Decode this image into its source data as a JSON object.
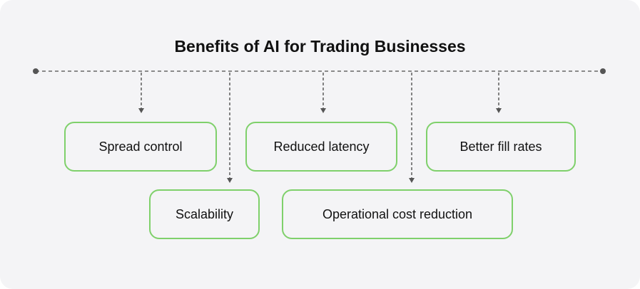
{
  "title": "Benefits of AI for Trading Businesses",
  "benefits": [
    {
      "label": "Spread control"
    },
    {
      "label": "Reduced latency"
    },
    {
      "label": "Better fill rates"
    },
    {
      "label": "Scalability"
    },
    {
      "label": "Operational cost reduction"
    }
  ],
  "colors": {
    "border": "#7fd06b",
    "connector": "#666666",
    "background": "#f4f4f6"
  }
}
